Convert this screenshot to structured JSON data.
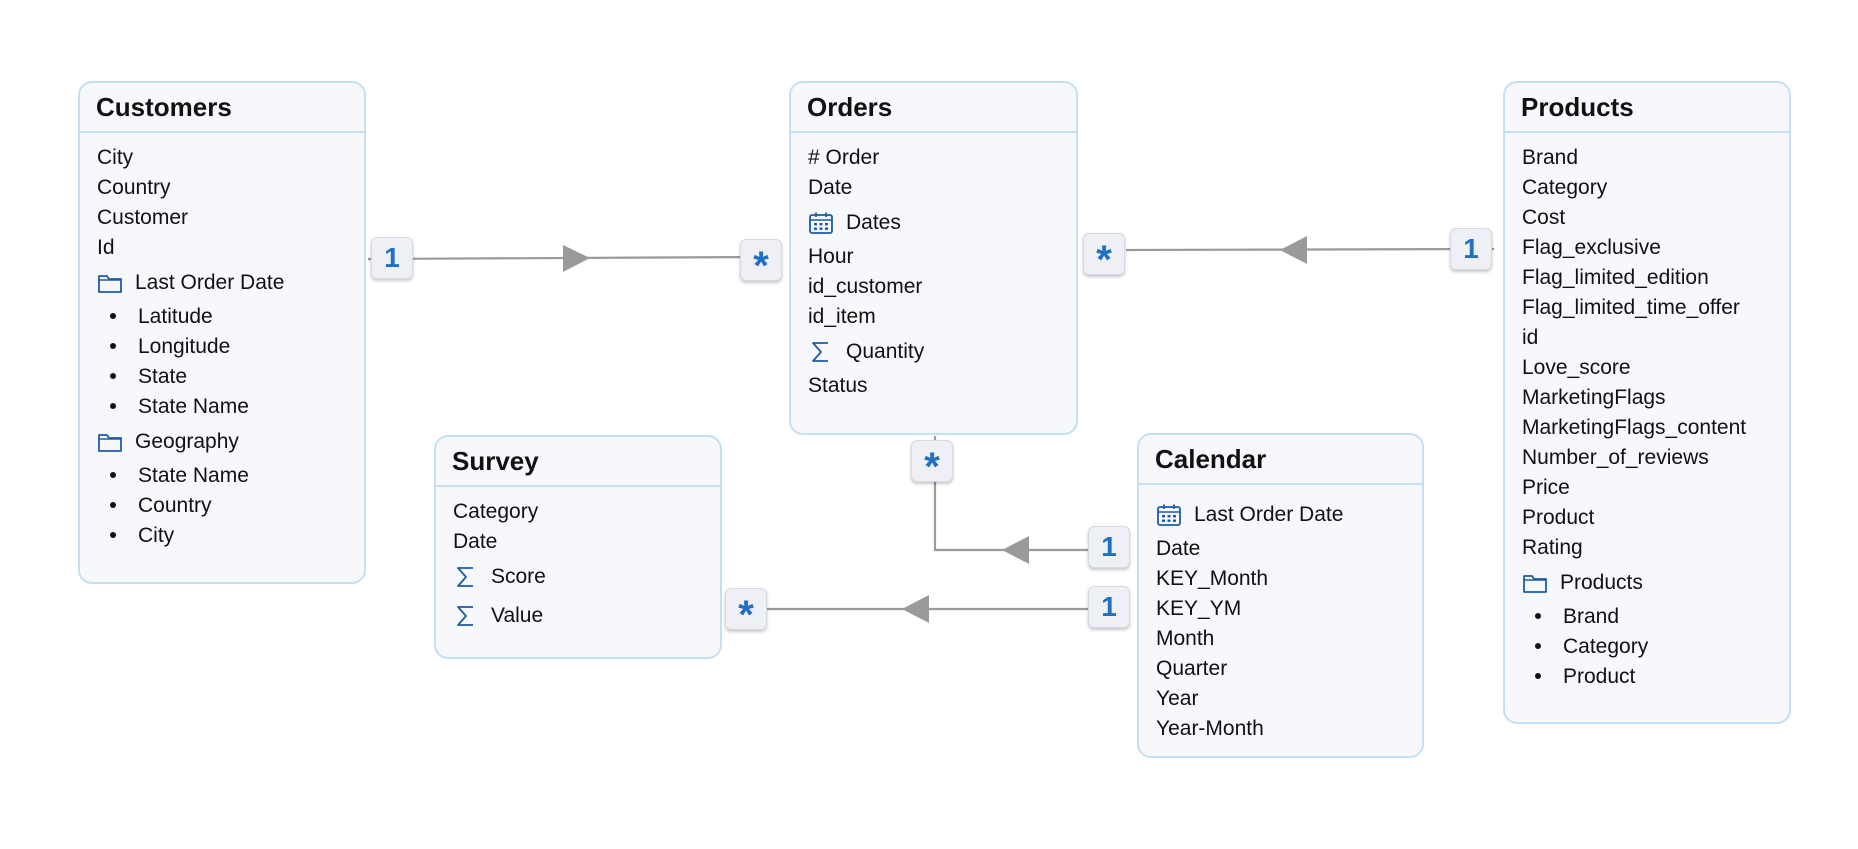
{
  "tables": {
    "customers": {
      "title": "Customers",
      "fields": [
        {
          "label": "City",
          "kind": "plain"
        },
        {
          "label": "Country",
          "kind": "plain"
        },
        {
          "label": "Customer",
          "kind": "plain"
        },
        {
          "label": "Id",
          "kind": "plain"
        },
        {
          "label": "Last Order Date",
          "kind": "folder",
          "icon": "folder-icon"
        },
        {
          "label": "Latitude",
          "kind": "bullet"
        },
        {
          "label": "Longitude",
          "kind": "bullet"
        },
        {
          "label": "State",
          "kind": "bullet"
        },
        {
          "label": "State Name",
          "kind": "bullet"
        },
        {
          "label": "Geography",
          "kind": "folder",
          "icon": "folder-icon"
        },
        {
          "label": "State Name",
          "kind": "bullet"
        },
        {
          "label": "Country",
          "kind": "bullet"
        },
        {
          "label": "City",
          "kind": "bullet"
        }
      ]
    },
    "orders": {
      "title": "Orders",
      "fields": [
        {
          "label": "# Order",
          "kind": "plain"
        },
        {
          "label": "Date",
          "kind": "plain"
        },
        {
          "label": "Dates",
          "kind": "calendar",
          "icon": "calendar-icon"
        },
        {
          "label": "Hour",
          "kind": "plain"
        },
        {
          "label": "id_customer",
          "kind": "plain"
        },
        {
          "label": "id_item",
          "kind": "plain"
        },
        {
          "label": "Quantity",
          "kind": "measure",
          "icon": "sigma-icon"
        },
        {
          "label": "Status",
          "kind": "plain"
        }
      ]
    },
    "products": {
      "title": "Products",
      "fields": [
        {
          "label": "Brand",
          "kind": "plain"
        },
        {
          "label": "Category",
          "kind": "plain"
        },
        {
          "label": "Cost",
          "kind": "plain"
        },
        {
          "label": "Flag_exclusive",
          "kind": "plain"
        },
        {
          "label": "Flag_limited_edition",
          "kind": "plain"
        },
        {
          "label": "Flag_limited_time_offer",
          "kind": "plain"
        },
        {
          "label": "id",
          "kind": "plain"
        },
        {
          "label": "Love_score",
          "kind": "plain"
        },
        {
          "label": "MarketingFlags",
          "kind": "plain"
        },
        {
          "label": "MarketingFlags_content",
          "kind": "plain"
        },
        {
          "label": "Number_of_reviews",
          "kind": "plain"
        },
        {
          "label": "Price",
          "kind": "plain"
        },
        {
          "label": "Product",
          "kind": "plain"
        },
        {
          "label": "Rating",
          "kind": "plain"
        },
        {
          "label": "Products",
          "kind": "folder",
          "icon": "folder-icon"
        },
        {
          "label": "Brand",
          "kind": "bullet"
        },
        {
          "label": "Category",
          "kind": "bullet"
        },
        {
          "label": "Product",
          "kind": "bullet"
        }
      ]
    },
    "survey": {
      "title": "Survey",
      "fields": [
        {
          "label": "Category",
          "kind": "plain"
        },
        {
          "label": "Date",
          "kind": "plain"
        },
        {
          "label": "Score",
          "kind": "measure",
          "icon": "sigma-icon"
        },
        {
          "label": "Value",
          "kind": "measure",
          "icon": "sigma-icon"
        }
      ]
    },
    "calendar": {
      "title": "Calendar",
      "fields": [
        {
          "label": "Last Order Date",
          "kind": "calendar",
          "icon": "calendar-icon"
        },
        {
          "label": "Date",
          "kind": "plain"
        },
        {
          "label": "KEY_Month",
          "kind": "plain"
        },
        {
          "label": "KEY_YM",
          "kind": "plain"
        },
        {
          "label": "Month",
          "kind": "plain"
        },
        {
          "label": "Quarter",
          "kind": "plain"
        },
        {
          "label": "Year",
          "kind": "plain"
        },
        {
          "label": "Year-Month",
          "kind": "plain"
        }
      ]
    }
  },
  "relationships": [
    {
      "from": "customers",
      "to": "orders",
      "from_cardinality": "1",
      "to_cardinality": "*"
    },
    {
      "from": "products",
      "to": "orders",
      "from_cardinality": "1",
      "to_cardinality": "*"
    },
    {
      "from": "calendar",
      "to": "orders",
      "from_cardinality": "1",
      "to_cardinality": "*"
    },
    {
      "from": "calendar",
      "to": "survey",
      "from_cardinality": "1",
      "to_cardinality": "*"
    }
  ],
  "colors": {
    "card_border": "#c4e0f3",
    "card_fill": "#f6f8fc",
    "badge_text": "#1f6fc3",
    "line": "#999999"
  }
}
